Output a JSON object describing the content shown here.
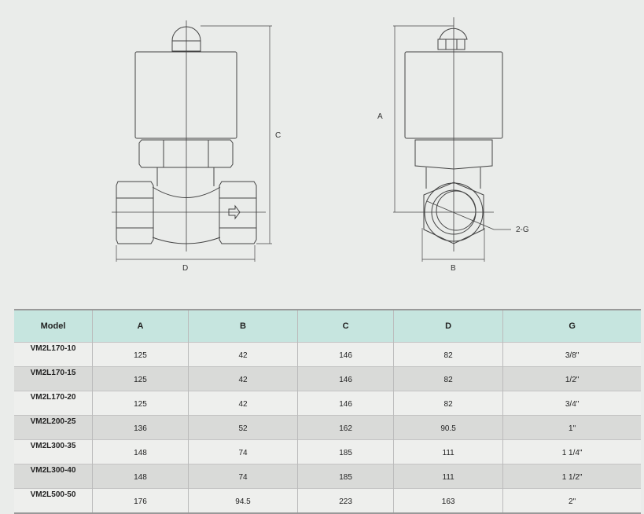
{
  "drawing": {
    "labels": {
      "A": "A",
      "B": "B",
      "C": "C",
      "D": "D",
      "G": "2-G"
    }
  },
  "table": {
    "headers": [
      "Model",
      "A",
      "B",
      "C",
      "D",
      "G"
    ],
    "rows": [
      {
        "model": "VM2L170-10",
        "A": "125",
        "B": "42",
        "C": "146",
        "D": "82",
        "G": "3/8\""
      },
      {
        "model": "VM2L170-15",
        "A": "125",
        "B": "42",
        "C": "146",
        "D": "82",
        "G": "1/2\""
      },
      {
        "model": "VM2L170-20",
        "A": "125",
        "B": "42",
        "C": "146",
        "D": "82",
        "G": "3/4\""
      },
      {
        "model": "VM2L200-25",
        "A": "136",
        "B": "52",
        "C": "162",
        "D": "90.5",
        "G": "1\""
      },
      {
        "model": "VM2L300-35",
        "A": "148",
        "B": "74",
        "C": "185",
        "D": "111",
        "G": "1 1/4\""
      },
      {
        "model": "VM2L300-40",
        "A": "148",
        "B": "74",
        "C": "185",
        "D": "111",
        "G": "1 1/2\""
      },
      {
        "model": "VM2L500-50",
        "A": "176",
        "B": "94.5",
        "C": "223",
        "D": "163",
        "G": "2\""
      }
    ]
  }
}
